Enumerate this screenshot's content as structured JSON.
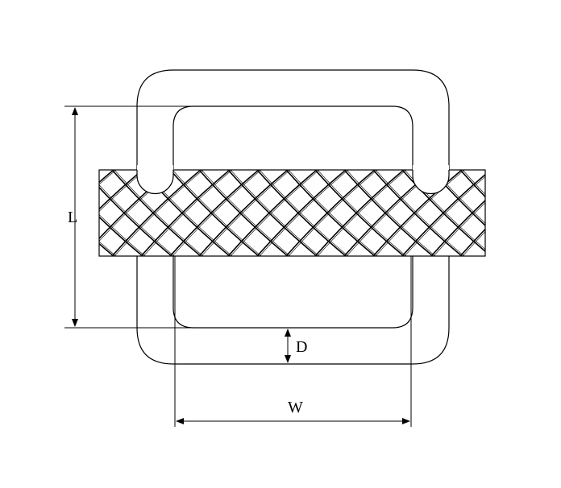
{
  "diagram": {
    "labels": {
      "length": "L",
      "diameter": "D",
      "width": "W"
    },
    "colors": {
      "line": "#000000",
      "background": "#ffffff"
    }
  }
}
